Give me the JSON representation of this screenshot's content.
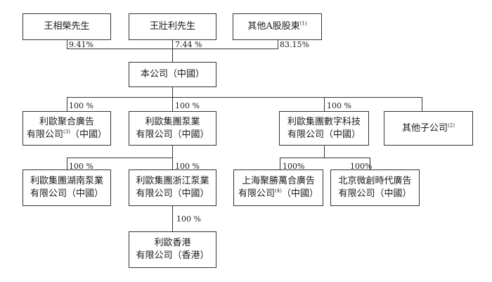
{
  "nodes": {
    "wang_xiangrong": {
      "label": "王相榮先生"
    },
    "wang_zhuangli": {
      "label": "王壯利先生"
    },
    "other_a_shareholders": {
      "label": "其他A股股東",
      "note": "(1)"
    },
    "company": {
      "label": "本公司（中國）"
    },
    "leo_juhe": {
      "line1": "利歐聚合廣告",
      "line2_pre": "有限公司",
      "note": "(3)",
      "line2_post": "（中國）"
    },
    "leo_pump": {
      "line1": "利歐集團泵業",
      "line2": "有限公司（中國）"
    },
    "leo_digital": {
      "line1": "利歐集團數字科技",
      "line2": "有限公司（中國）"
    },
    "other_subsidiaries": {
      "label": "其他子公司",
      "note": "(2)"
    },
    "leo_hunan": {
      "line1": "利歐集團湖南泵業",
      "line2": "有限公司（中國）"
    },
    "leo_zhejiang": {
      "line1": "利歐集團浙江泵業",
      "line2": "有限公司（中國）"
    },
    "shanghai_juteng": {
      "line1": "上海聚勝萬合廣告",
      "line2_pre": "有限公司",
      "note": "(4)",
      "line2_post": "（中國）"
    },
    "beijing_weichuang": {
      "line1": "北京微創時代廣告",
      "line2": "有限公司（中國）"
    },
    "leo_hk": {
      "line1": "利歐香港",
      "line2": "有限公司（香港）"
    }
  },
  "ownership": {
    "wang_xiangrong": "9.41%",
    "wang_zhuangli": "7.44 %",
    "other_a_shareholders": "83.15%",
    "leo_juhe": "100 %",
    "leo_pump": "100 %",
    "leo_digital": "100 %",
    "leo_hunan": "100 %",
    "leo_zhejiang": "100 %",
    "shanghai_juteng": "100%",
    "beijing_weichuang": "100%",
    "leo_hk": "100 %"
  }
}
